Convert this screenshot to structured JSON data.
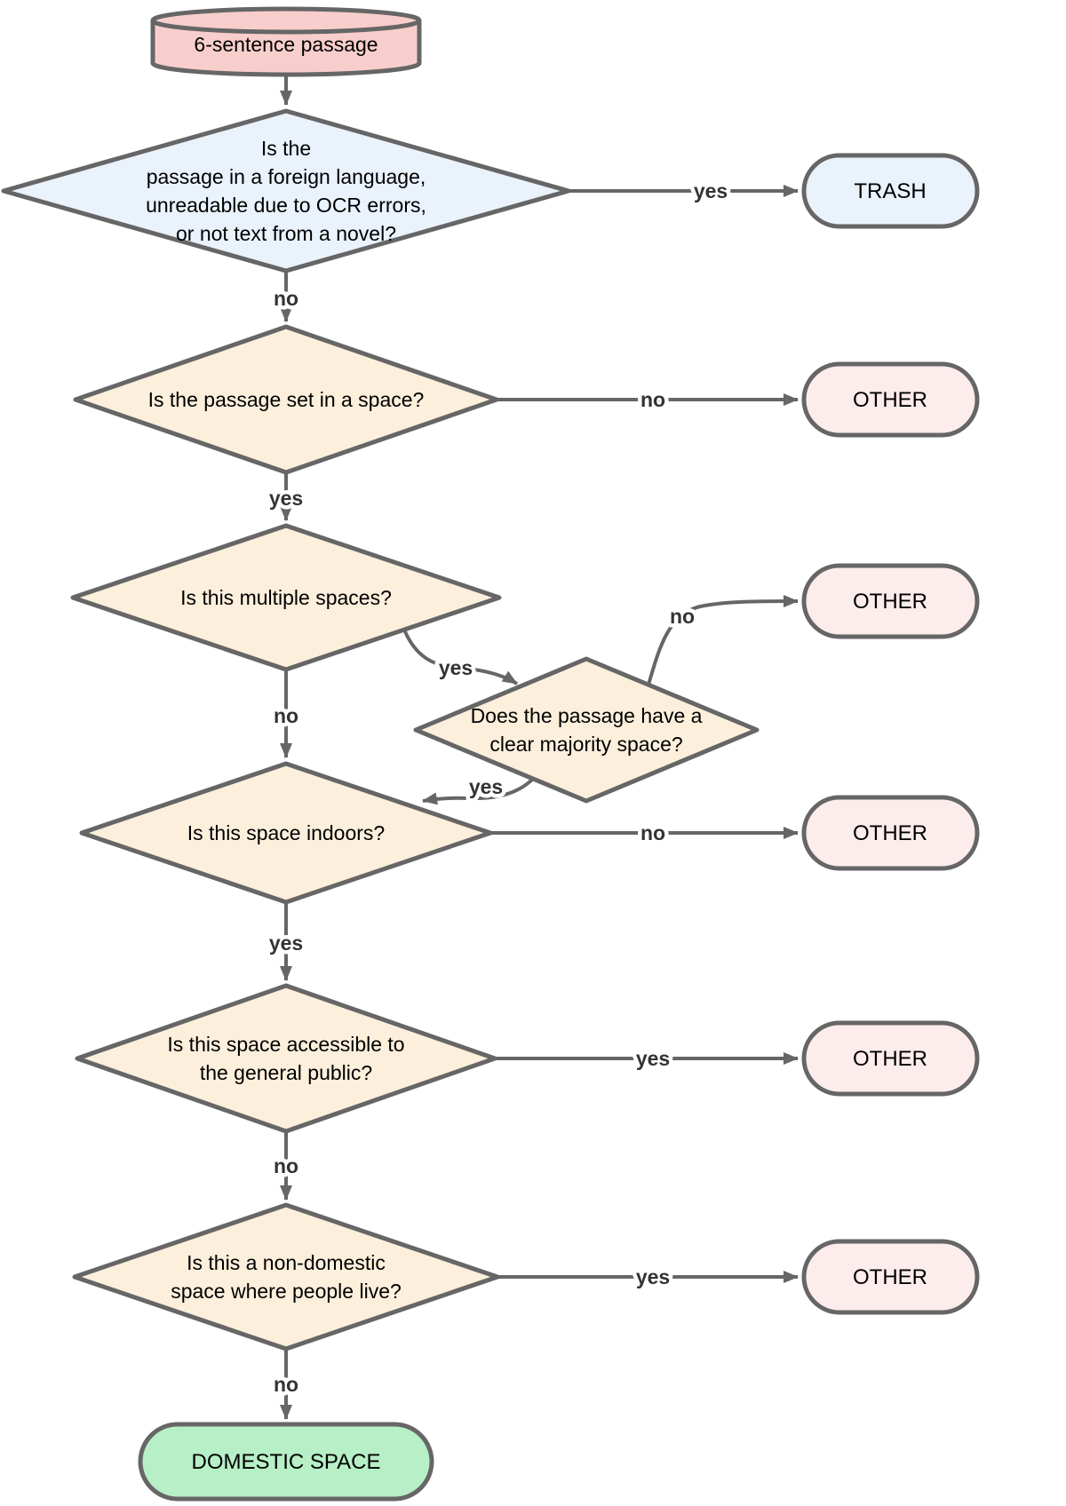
{
  "diagram": {
    "start": {
      "label": "6-sentence passage"
    },
    "questions": {
      "novel_check": {
        "lines": [
          "Is the",
          "passage in a foreign language,",
          "unreadable due to OCR errors,",
          "or not text from a novel?"
        ]
      },
      "set_in_space": {
        "label": "Is the passage set in a space?"
      },
      "multiple_spaces": {
        "label": "Is this multiple spaces?"
      },
      "majority_space": {
        "lines": [
          "Does the passage have a",
          "clear majority space?"
        ]
      },
      "indoors": {
        "label": "Is this space indoors?"
      },
      "public_access": {
        "lines": [
          "Is this space accessible to",
          "the general public?"
        ]
      },
      "non_domestic": {
        "lines": [
          "Is this a non-domestic",
          "space where people live?"
        ]
      }
    },
    "terminals": {
      "trash": "TRASH",
      "other": "OTHER",
      "domestic": "DOMESTIC SPACE"
    },
    "edge_labels": {
      "novel_yes": "yes",
      "novel_no": "no",
      "space_no": "no",
      "space_yes": "yes",
      "multiple_no": "no",
      "multiple_yes": "yes",
      "majority_no": "no",
      "majority_yes": "yes",
      "indoors_no": "no",
      "indoors_yes": "yes",
      "public_yes": "yes",
      "public_no": "no",
      "nondomestic_yes": "yes",
      "nondomestic_no": "no"
    },
    "colors": {
      "stroke": "#666666",
      "start_fill": "#f8cecc",
      "question_first_fill": "#eaf2fc",
      "trash_fill": "#eaf2fc",
      "question_fill": "#fcefdc",
      "other_fill": "#fdecec",
      "domestic_fill": "#b7efc6",
      "label_color": "#333333"
    }
  }
}
